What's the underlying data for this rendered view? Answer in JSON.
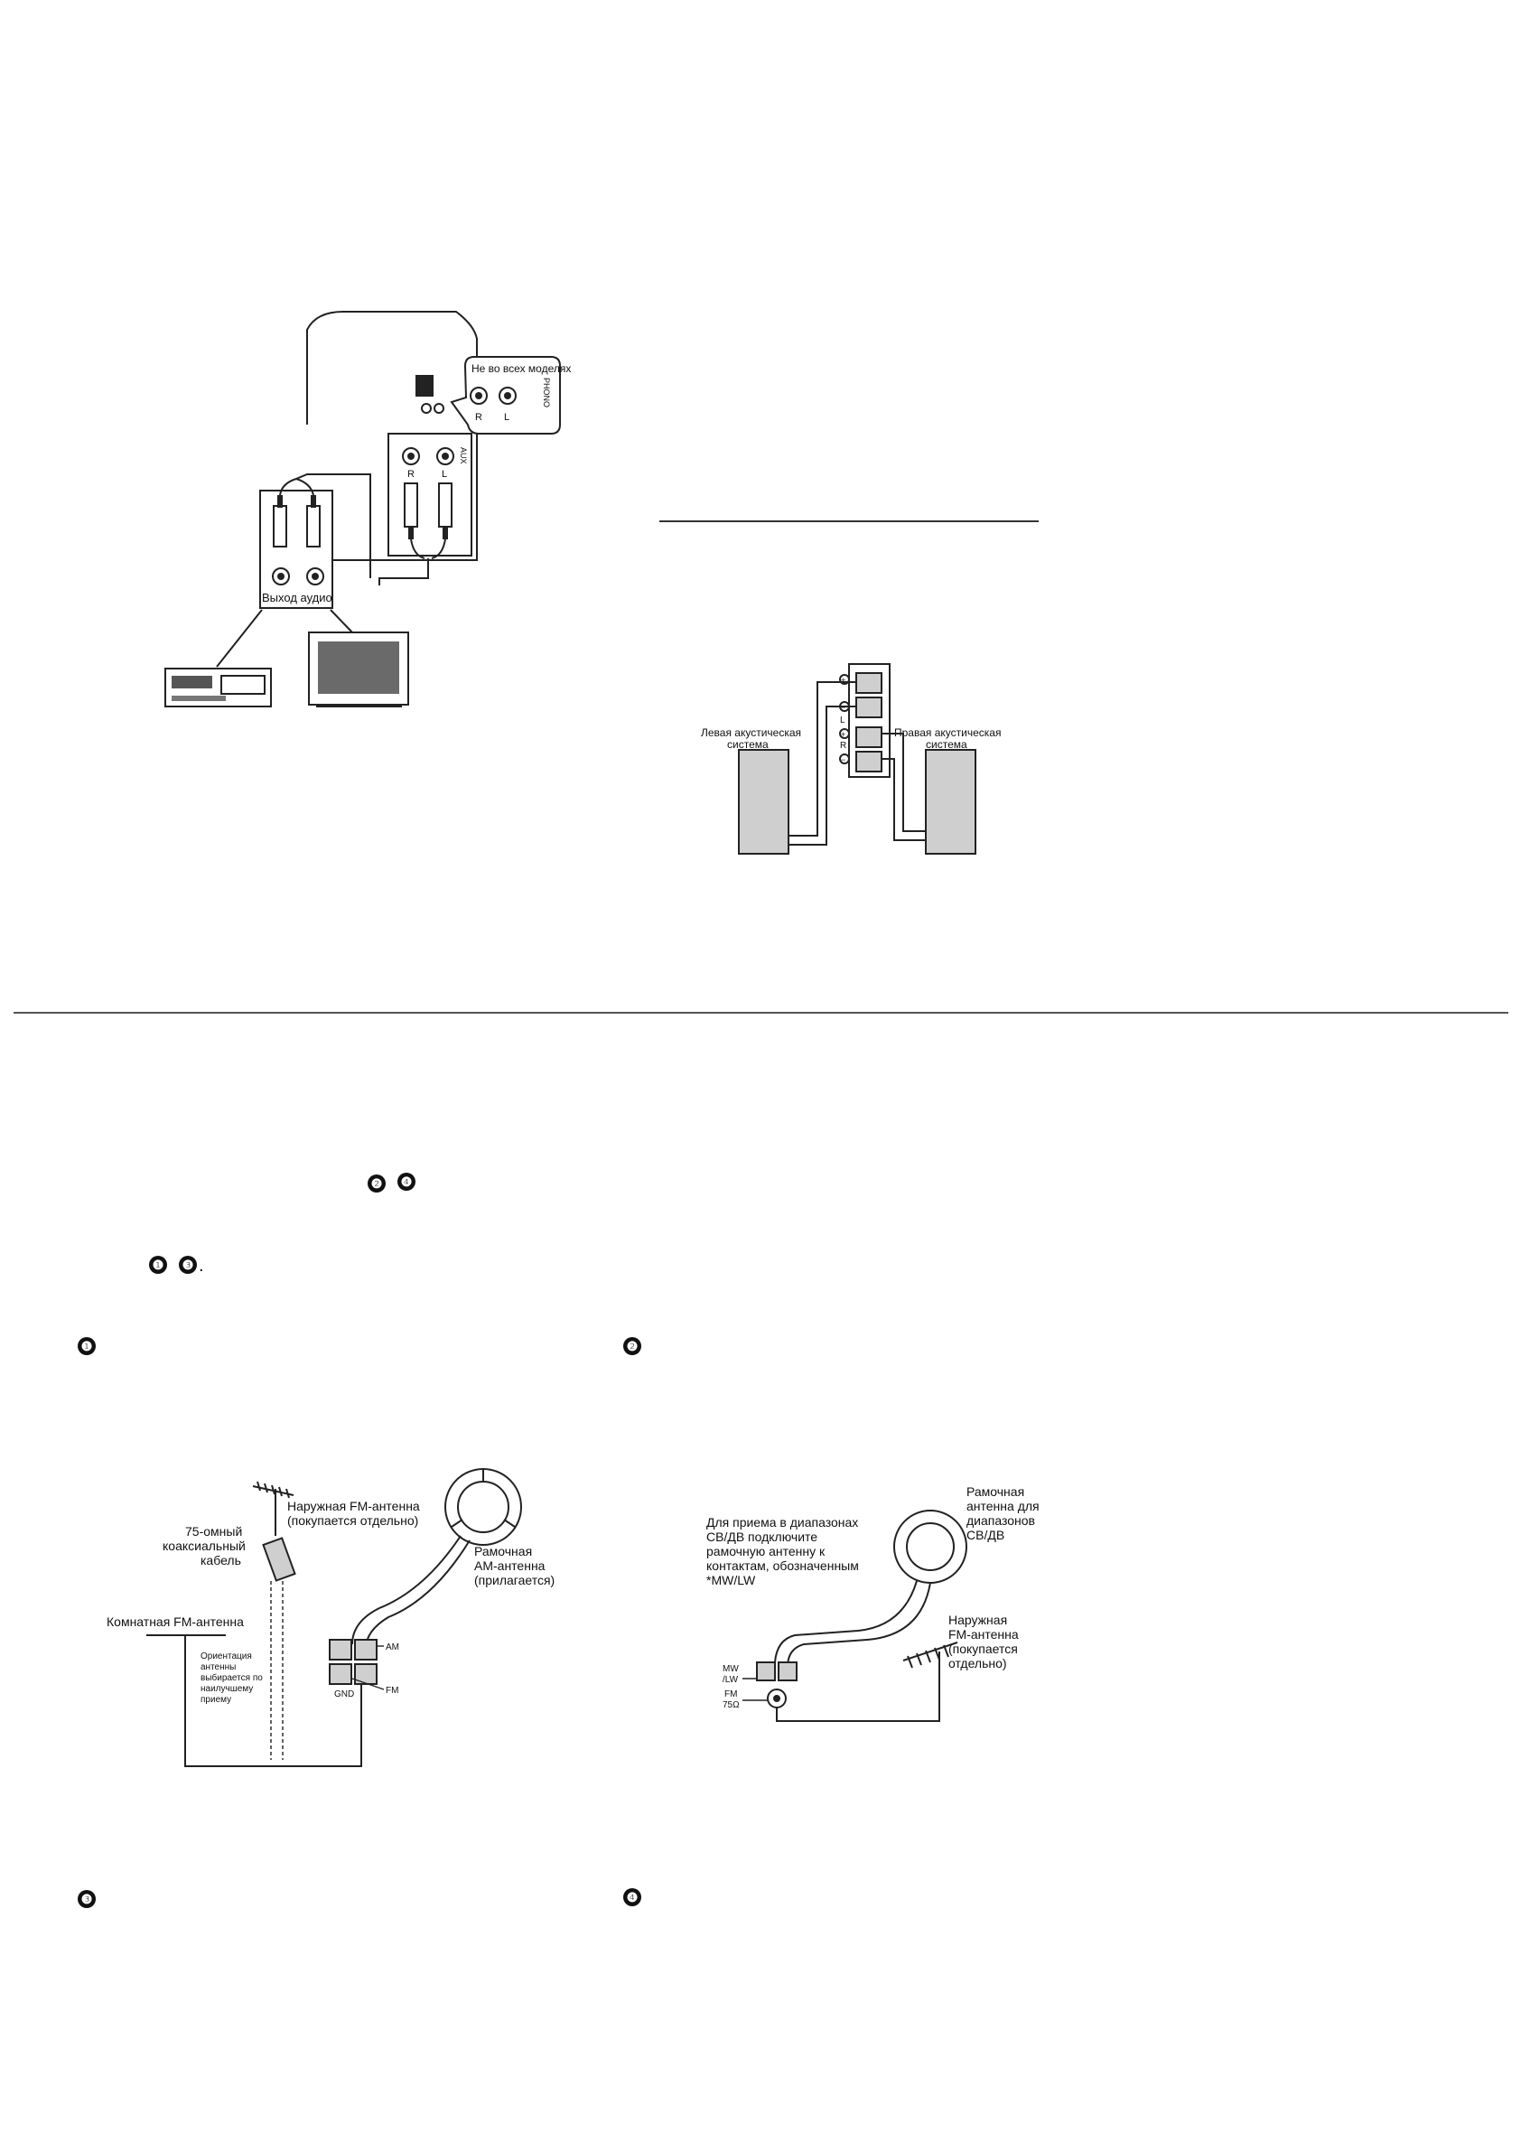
{
  "figure_aux": {
    "callout_not_all_models": "Не во всех моделях",
    "phono_label": "PHONO",
    "aux_label": "AUX",
    "r": "R",
    "l": "L",
    "audio_out": "Выход аудио"
  },
  "figure_speakers": {
    "left_speaker_line1": "Левая акустическая",
    "left_speaker_line2": "система",
    "right_speaker_line1": "Правая акустическая",
    "right_speaker_line2": "система",
    "plus": "+",
    "minus": "−",
    "r": "R",
    "l": "L"
  },
  "refs": {
    "line1_badges": [
      "❷",
      "❹"
    ],
    "line2_badges": [
      "❶",
      "❸"
    ],
    "line2_period": "."
  },
  "sections": [
    {
      "badge": "❶"
    },
    {
      "badge": "❷"
    },
    {
      "badge": "❸"
    },
    {
      "badge": "❹"
    }
  ],
  "figure_antenna_1": {
    "outdoor_fm_line1": "Наружная FM-антенна",
    "outdoor_fm_line2": "(покупается отдельно)",
    "coax_line1": "75-омный",
    "coax_line2": "коаксиальный",
    "coax_line3": "кабель",
    "loop_am_line1": "Рамочная",
    "loop_am_line2": "АМ-антенна",
    "loop_am_line3": "(прилагается)",
    "indoor_fm": "Комнатная FM-антенна",
    "orient_line1": "Ориентация",
    "orient_line2": "антенны",
    "orient_line3": "выбирается по",
    "orient_line4": "наилучшему",
    "orient_line5": "приему",
    "am": "AM",
    "gnd": "GND",
    "fm": "FM"
  },
  "figure_antenna_2": {
    "instr_line1": "Для приема в диапазонах",
    "instr_line2": "СВ/ДВ подключите",
    "instr_line3": "рамочную антенну к",
    "instr_line4": "контактам, обозначенным",
    "instr_line5": "*MW/LW",
    "loop_line1": "Рамочная",
    "loop_line2": "антенна для",
    "loop_line3": "диапазонов",
    "loop_line4": "СВ/ДВ",
    "outdoor_line1": "Наружная",
    "outdoor_line2": "FM-антенна",
    "outdoor_line3": "(покупается",
    "outdoor_line4": "отдельно)",
    "mw": "MW",
    "lw": "/LW",
    "fm": "FM",
    "ohm": "75Ω"
  }
}
